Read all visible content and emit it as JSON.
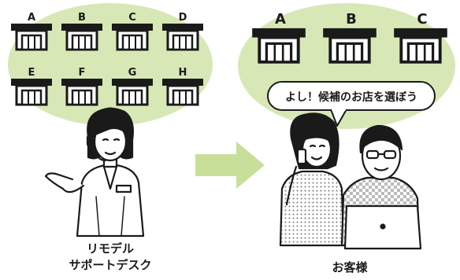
{
  "left_group": {
    "stores": [
      "A",
      "B",
      "C",
      "D",
      "E",
      "F",
      "G",
      "H"
    ],
    "caption_line1": "リモデル",
    "caption_line2": "サポートデスク"
  },
  "right_group": {
    "stores": [
      "A",
      "B",
      "C"
    ],
    "speech": "よし！候補のお店を選ぼう",
    "caption": "お客様"
  },
  "colors": {
    "bubble_green": "#d7e8b6",
    "arrow_green": "#c8df9a",
    "roof": "#1a1a1a"
  }
}
